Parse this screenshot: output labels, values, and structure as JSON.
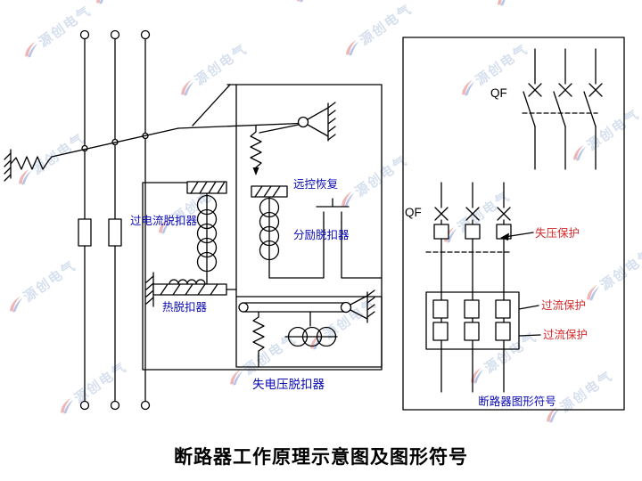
{
  "title": "断路器工作原理示意图及图形符号",
  "watermark": {
    "text": "源创电气"
  },
  "left_diagram": {
    "labels": {
      "overcurrent_release": "过电流脱扣器",
      "remote_reset": "远控恢复",
      "shunt_release": "分励脱扣器",
      "thermal_release": "热脱扣器",
      "undervoltage_release": "失电压脱扣器"
    }
  },
  "right_panel": {
    "qf_top_label": "QF",
    "qf_middle_label": "QF",
    "labels": {
      "undervoltage_protection": "失压保护",
      "overcurrent_protection_1": "过流保护",
      "overcurrent_protection_2": "过流保护"
    },
    "caption": "断路器图形符号"
  },
  "colors": {
    "label_blue": "#0a0ab4",
    "protection_red": "#d42a2a",
    "line_black": "#000000",
    "watermark_blue": "#aec2de"
  }
}
